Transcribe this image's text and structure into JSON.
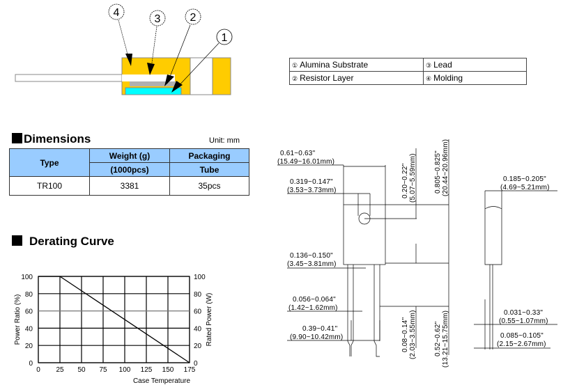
{
  "cross_section": {
    "callouts": [
      "1",
      "2",
      "3",
      "4"
    ],
    "colors": {
      "molding": "#ffcc00",
      "resistor": "#b0b0b0",
      "substrate": "#00ffff"
    }
  },
  "legend": {
    "items": [
      {
        "num": "①",
        "label": "Alumina Substrate"
      },
      {
        "num": "③",
        "label": "Lead"
      },
      {
        "num": "②",
        "label": "Resistor Layer"
      },
      {
        "num": "④",
        "label": "Molding"
      }
    ]
  },
  "dimensions": {
    "title": "Dimensions",
    "unit": "Unit: mm",
    "headers": {
      "type": "Type",
      "weight_1": "Weight (g)",
      "weight_2": "(1000pcs)",
      "packaging": "Packaging",
      "tube": "Tube"
    },
    "rows": [
      {
        "type": "TR100",
        "weight": "3381",
        "packaging": "35pcs"
      }
    ]
  },
  "derating": {
    "title": "Derating Curve"
  },
  "chart_data": {
    "type": "line",
    "title": "Derating Curve",
    "xlabel": "Case Temperature",
    "ylabel": "Power Ratio (%)",
    "y2label": "Rated Power (W)",
    "xlim": [
      0,
      175
    ],
    "ylim": [
      0,
      100
    ],
    "y2lim": [
      0,
      100
    ],
    "xticks": [
      "0",
      "25",
      "50",
      "75",
      "100",
      "125",
      "150",
      "175"
    ],
    "yticks": [
      "0",
      "20",
      "40",
      "60",
      "80",
      "100"
    ],
    "y2ticks": [
      "0",
      "20",
      "40",
      "60",
      "80",
      "100"
    ],
    "grid": true,
    "series": [
      {
        "name": "Derating",
        "x": [
          0,
          25,
          175
        ],
        "y": [
          100,
          100,
          0
        ]
      }
    ]
  },
  "drawing_dims": {
    "width": [
      "0.61~0.63\"",
      "(15.49~16.01mm)"
    ],
    "hole": [
      "0.319~0.147\"",
      "(3.53~3.73mm)"
    ],
    "hole_pos": [
      "0.20~0.22\"",
      "(5.07~5.59mm)"
    ],
    "height": [
      "0.805~0.825\"",
      "(20.44~20.96mm)"
    ],
    "thickness": [
      "0.185~0.205\"",
      "(4.69~5.21mm)"
    ],
    "lead_offset": [
      "0.136~0.150\"",
      "(3.45~3.81mm)"
    ],
    "lead_width": [
      "0.056~0.064\"",
      "(1.42~1.62mm)"
    ],
    "lead_pitch": [
      "0.39~0.41\"",
      "(9.90~10.42mm)"
    ],
    "lead_shoulder": [
      "0.08~0.14\"",
      "(2.03~3.55mm)"
    ],
    "lead_length": [
      "0.52~0.62\"",
      "(13.21~15.75mm)"
    ],
    "lead_thick": [
      "0.031~0.33\"",
      "(0.55~1.07mm)"
    ],
    "lead_side": [
      "0.085~0.105\"",
      "(2.15~2.67mm)"
    ]
  }
}
